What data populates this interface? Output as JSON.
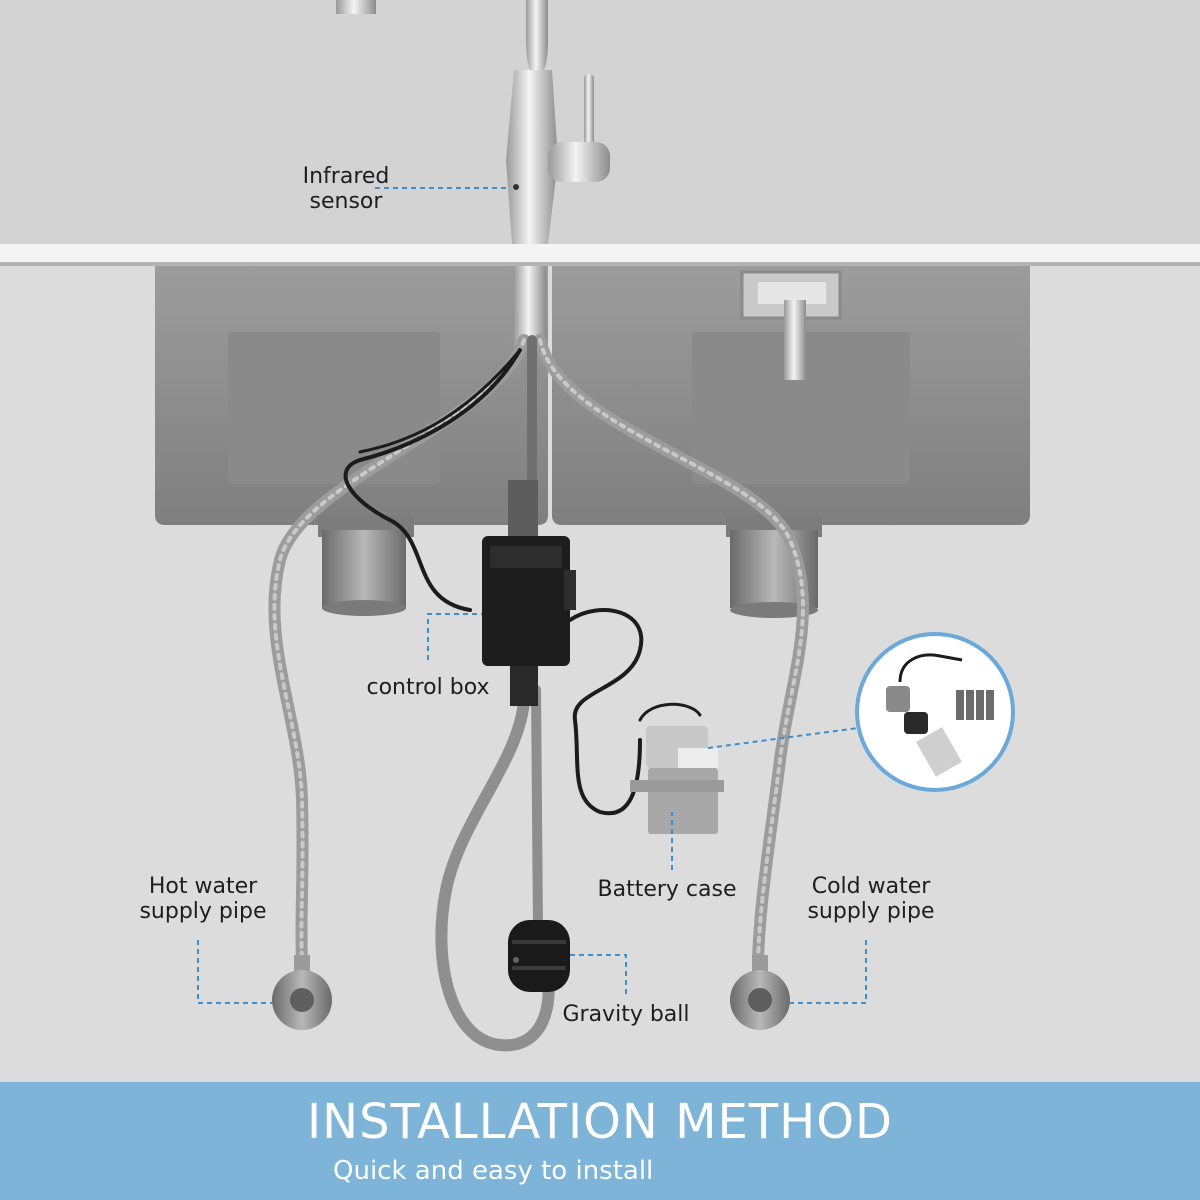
{
  "labels": {
    "infrared_sensor": [
      "Infrared",
      "sensor"
    ],
    "control_box": "control box",
    "battery_case": "Battery case",
    "hot_water": [
      "Hot water",
      "supply pipe"
    ],
    "cold_water": [
      "Cold water",
      "supply pipe"
    ],
    "gravity_ball": "Gravity ball"
  },
  "banner": {
    "title": "INSTALLATION METHOD",
    "subtitle": "Quick and easy to install",
    "color": "#7db4d8"
  },
  "colors": {
    "leader_line": "#3c8fd0",
    "wall": "#dcdcdc",
    "sink": "#8e8e8e",
    "hose": "#a9a9a9",
    "box": "#1c1c1c"
  }
}
